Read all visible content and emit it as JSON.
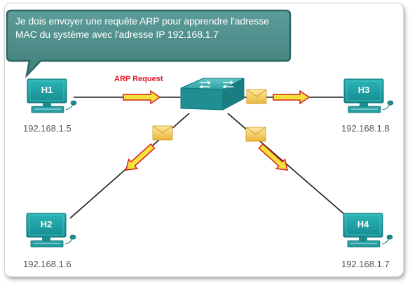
{
  "callout": {
    "text": "Je dois envoyer une requête ARP pour apprendre l'adresse MAC du système avec l'adresse IP 192.168.1.7"
  },
  "arp_label": "ARP Request",
  "hosts": [
    {
      "name": "H1",
      "ip": "192.168.1.5"
    },
    {
      "name": "H2",
      "ip": "192.168.1.6"
    },
    {
      "name": "H3",
      "ip": "192.168.1.8"
    },
    {
      "name": "H4",
      "ip": "192.168.1.7"
    }
  ],
  "colors": {
    "host_screen": "#1e9fa3",
    "switch": "#2a9ea2",
    "callout_fill": "#4e8f8b",
    "arrow_fill": "#f4e23a",
    "arrow_outline": "#d4201e",
    "envelope": "#f2c94c",
    "arp_label": "#e0141e"
  },
  "icons": [
    "computer-icon",
    "switch-icon",
    "envelope-icon",
    "arrow-icon"
  ]
}
